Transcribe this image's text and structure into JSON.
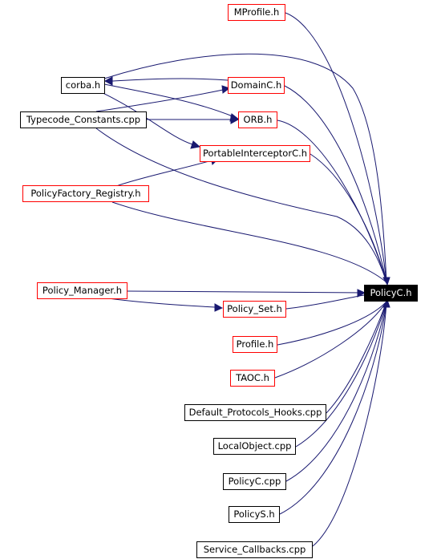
{
  "colors": {
    "edge": "#191970",
    "node_border_default": "#000000",
    "node_border_linked": "#ff0000",
    "target_fill": "#000000",
    "target_text": "#ffffff"
  },
  "nodes": {
    "mprofile": "MProfile.h",
    "corba": "corba.h",
    "domainc": "DomainC.h",
    "typecode_constants": "Typecode_Constants.cpp",
    "orb": "ORB.h",
    "portableinterceptorc": "PortableInterceptorC.h",
    "policyfactory_registry": "PolicyFactory_Registry.h",
    "policy_manager": "Policy_Manager.h",
    "policyc_h": "PolicyC.h",
    "policy_set": "Policy_Set.h",
    "profile": "Profile.h",
    "taoc": "TAOC.h",
    "default_protocols_hooks": "Default_Protocols_Hooks.cpp",
    "localobject": "LocalObject.cpp",
    "policyc_cpp": "PolicyC.cpp",
    "policys": "PolicyS.h",
    "service_callbacks": "Service_Callbacks.cpp"
  }
}
